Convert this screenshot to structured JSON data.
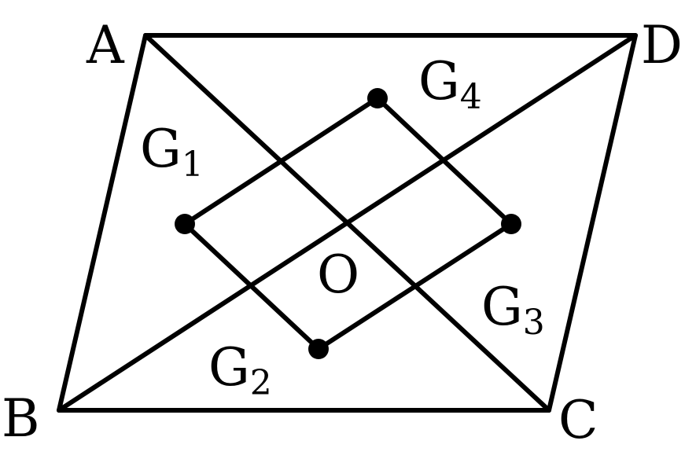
{
  "figure": {
    "labels": {
      "A": "A",
      "B": "B",
      "C": "C",
      "D": "D",
      "O": "O",
      "G": "G",
      "sub1": "1",
      "sub2": "2",
      "sub3": "3",
      "sub4": "4"
    },
    "colors": {
      "stroke": "#000000",
      "background": "#ffffff"
    }
  }
}
